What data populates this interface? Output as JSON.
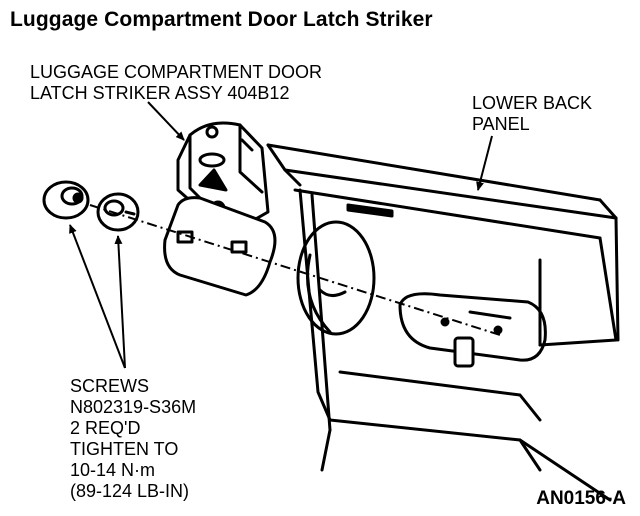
{
  "title": "Luggage Compartment Door Latch Striker",
  "callouts": {
    "striker_assy": [
      "LUGGAGE COMPARTMENT DOOR",
      "LATCH STRIKER ASSY 404B12"
    ],
    "lower_back_panel": [
      "LOWER BACK",
      "PANEL"
    ],
    "screws": [
      "SCREWS",
      "N802319-S36M",
      "2 REQ'D",
      "TIGHTEN TO",
      "10-14 N·m",
      "(89-124 LB-IN)"
    ]
  },
  "figure_id": "AN0156-A"
}
